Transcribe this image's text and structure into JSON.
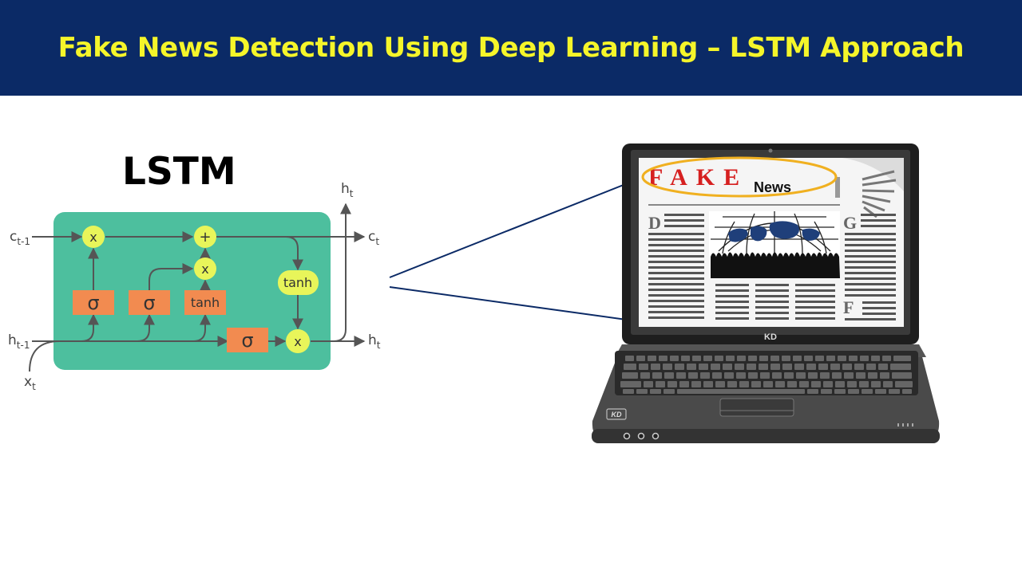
{
  "slide": {
    "title": "Fake News Detection Using Deep Learning – LSTM Approach"
  },
  "lstm": {
    "heading": "LSTM",
    "inputs": {
      "c_prev": {
        "base": "c",
        "sub": "t-1"
      },
      "h_prev": {
        "base": "h",
        "sub": "t-1"
      },
      "x": {
        "base": "x",
        "sub": "t"
      }
    },
    "outputs": {
      "h_top": {
        "base": "h",
        "sub": "t"
      },
      "c_out": {
        "base": "c",
        "sub": "t"
      },
      "h_out": {
        "base": "h",
        "sub": "t"
      }
    },
    "ops": {
      "multiply": "x",
      "add": "+",
      "tanh": "tanh"
    },
    "gates": {
      "sigma": "σ",
      "tanh": "tanh"
    },
    "colors": {
      "cell": "#4dbf9e",
      "gate": "#f28b50",
      "op": "#e8f55a",
      "line": "#555555"
    }
  },
  "laptop": {
    "newspaper": {
      "headline": "FAKE",
      "subhead": "News",
      "drop_caps": [
        "D",
        "G",
        "F"
      ]
    },
    "brand": "KD",
    "colors": {
      "highlight": "#f0b020",
      "headline": "#d62020"
    }
  }
}
